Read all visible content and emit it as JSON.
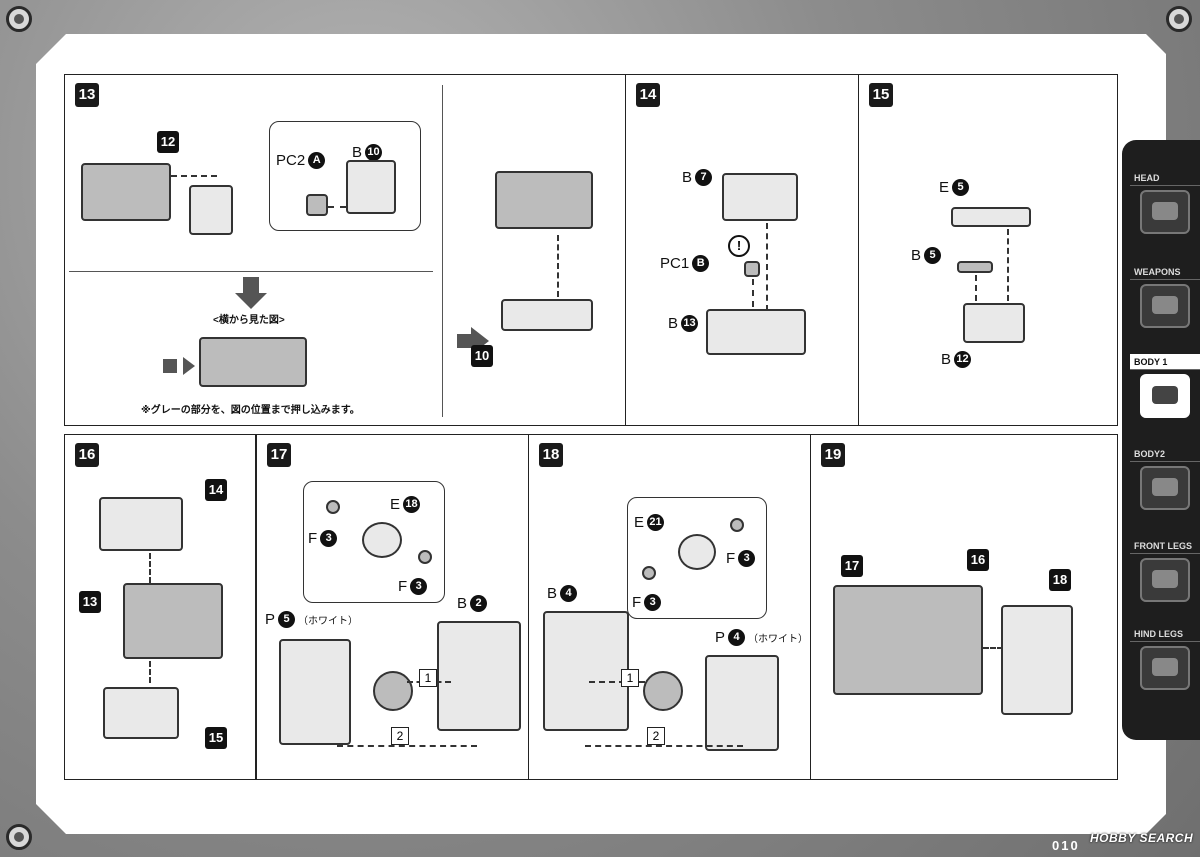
{
  "steps": {
    "s13": {
      "number": "13",
      "assembly_ref": "12",
      "inset_left_label": "PC2",
      "inset_left_part": "A",
      "inset_right_label": "B",
      "inset_right_part": "10",
      "side_view_title": "<横から見た図>",
      "side_view_note": "※グレーの部分を、図の位置まで押し込みます。"
    },
    "s13b": {
      "base_ref": "10"
    },
    "s14": {
      "number": "14",
      "part1_label": "B",
      "part1_num": "7",
      "part2_label": "PC1",
      "part2_num": "B",
      "part3_label": "B",
      "part3_num": "13",
      "warning": "!"
    },
    "s15": {
      "number": "15",
      "part1_label": "E",
      "part1_num": "5",
      "part2_label": "B",
      "part2_num": "5",
      "part3_label": "B",
      "part3_num": "12"
    },
    "s16": {
      "number": "16",
      "ref_top": "14",
      "ref_mid": "13",
      "ref_bottom": "15"
    },
    "s17": {
      "number": "17",
      "inset_e_label": "E",
      "inset_e_num": "18",
      "inset_f1_label": "F",
      "inset_f1_num": "3",
      "inset_f2_label": "F",
      "inset_f2_num": "3",
      "p_label": "P",
      "p_num": "5",
      "p_note": "（ホワイト）",
      "b_label": "B",
      "b_num": "2",
      "seq1": "1",
      "seq2": "2"
    },
    "s18": {
      "number": "18",
      "inset_e_label": "E",
      "inset_e_num": "21",
      "inset_f1_label": "F",
      "inset_f1_num": "3",
      "inset_f2_label": "F",
      "inset_f2_num": "3",
      "b_label": "B",
      "b_num": "4",
      "p_label": "P",
      "p_num": "4",
      "p_note": "（ホワイト）",
      "seq1": "1",
      "seq2": "2"
    },
    "s19": {
      "number": "19",
      "ref_left": "17",
      "ref_mid": "16",
      "ref_right": "18"
    }
  },
  "tabs": [
    {
      "label": "HEAD",
      "active": false
    },
    {
      "label": "WEAPONS",
      "active": false
    },
    {
      "label": "BODY 1",
      "active": true
    },
    {
      "label": "BODY2",
      "active": false
    },
    {
      "label": "FRONT LEGS",
      "active": false
    },
    {
      "label": "HIND LEGS",
      "active": false
    }
  ],
  "page_number": "010",
  "watermark": "HOBBY SEARCH"
}
